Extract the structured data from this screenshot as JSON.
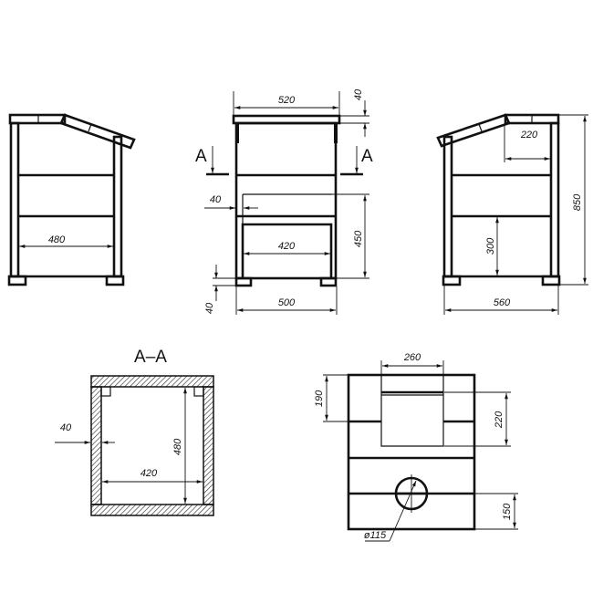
{
  "side_left": {
    "dim_width": "480"
  },
  "front": {
    "dim_top_width": "520",
    "dim_top_thickness": "40",
    "section_mark_left": "A",
    "section_mark_right": "A",
    "dim_wall": "40",
    "dim_opening_height": "450",
    "dim_opening_width": "420",
    "dim_foot_height": "40",
    "dim_base_width": "500"
  },
  "side_right": {
    "dim_roof": "220",
    "dim_door_height": "300",
    "dim_total_height": "850",
    "dim_depth": "560"
  },
  "section": {
    "title": "A–A",
    "dim_wall": "40",
    "dim_inner_depth": "480",
    "dim_inner_width": "420"
  },
  "top_view": {
    "dim_lid_width": "260",
    "dim_190": "190",
    "dim_220": "220",
    "dim_150": "150",
    "dim_hole": "ø115"
  },
  "colors": {
    "ink": "#111111",
    "background": "#ffffff"
  }
}
